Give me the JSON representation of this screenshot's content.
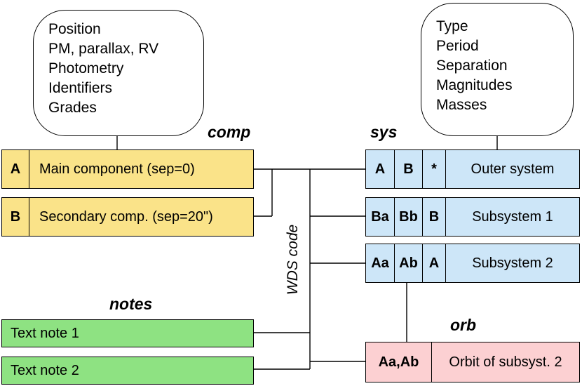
{
  "comp_info": [
    "Position",
    "PM, parallax, RV",
    "Photometry",
    "Identifiers",
    "Grades"
  ],
  "sys_info": [
    "Type",
    "Period",
    "Separation",
    "Magnitudes",
    "Masses"
  ],
  "titles": {
    "comp": "comp",
    "sys": "sys",
    "notes": "notes",
    "orb": "orb"
  },
  "comp_rows": [
    {
      "id": "A",
      "label": "Main component (sep=0)"
    },
    {
      "id": "B",
      "label": "Secondary comp. (sep=20\")"
    }
  ],
  "sys_rows": [
    {
      "c1": "A",
      "c2": "B",
      "c3": "*",
      "label": "Outer system"
    },
    {
      "c1": "Ba",
      "c2": "Bb",
      "c3": "B",
      "label": "Subsystem 1"
    },
    {
      "c1": "Aa",
      "c2": "Ab",
      "c3": "A",
      "label": "Subsystem 2"
    }
  ],
  "notes_rows": [
    "Text note 1",
    "Text note 2"
  ],
  "orb_row": {
    "id": "Aa,Ab",
    "label": "Orbit of subsyst. 2"
  },
  "wds_label": "WDS code",
  "colors": {
    "comp": "#fae389",
    "sys": "#cde6f8",
    "notes": "#8ee282",
    "orb": "#fcd0d2"
  }
}
